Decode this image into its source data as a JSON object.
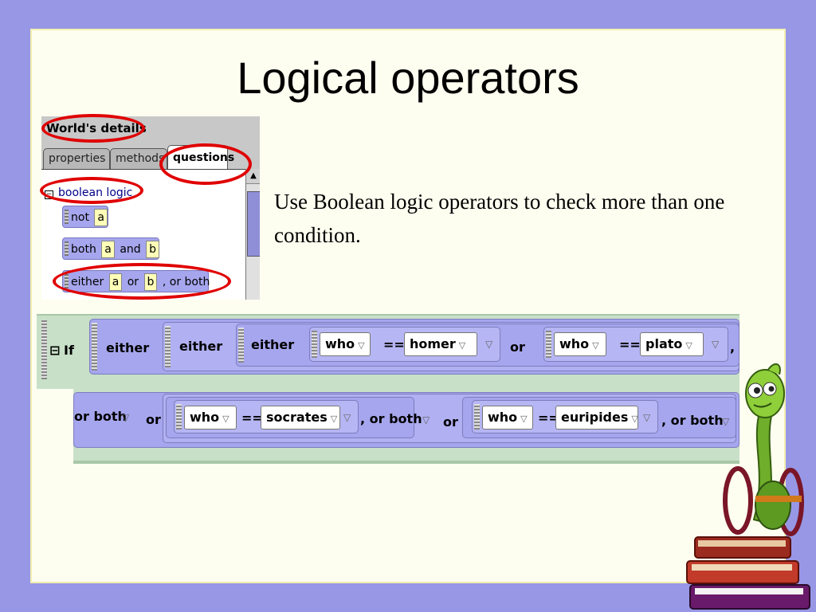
{
  "slide": {
    "title": "Logical operators",
    "body": "Use Boolean logic operators to check more than one condition."
  },
  "panel": {
    "header": "World's details",
    "tabs": [
      "properties",
      "methods",
      "questions"
    ],
    "active_tab": "questions",
    "group_label": "boolean logic",
    "tiles": [
      {
        "parts": [
          "not",
          "a"
        ]
      },
      {
        "parts": [
          "both",
          "a",
          "and",
          "b"
        ]
      },
      {
        "parts": [
          "either",
          "a",
          "or",
          "b",
          ", or both"
        ]
      }
    ]
  },
  "code": {
    "if_label": "If",
    "either": "either",
    "who": "who",
    "eq": "==",
    "or": "or",
    "or_both": ", or both",
    "or_both_start": "or both",
    "comma": ",",
    "values": [
      "homer",
      "plato",
      "socrates",
      "euripides"
    ]
  },
  "colors": {
    "background": "#9797e6",
    "slide": "#fefef0",
    "tile": "#a6a6ee",
    "highlight": "#e00000",
    "code_strip": "#c8e0c8"
  }
}
